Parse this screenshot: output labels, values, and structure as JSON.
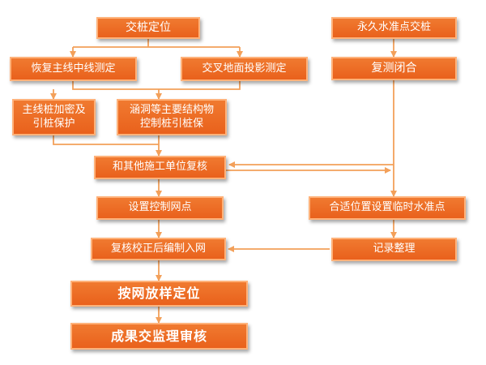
{
  "colors": {
    "box_fill": "#ea651f",
    "line": "#f3a05a",
    "text": "#ffffff"
  },
  "nodes": {
    "jiaozhuang": "交桩定位",
    "yongjiu": "永久水准点交桩",
    "huifu": "恢复主线中线测定",
    "jiaocha": "交叉地面投影测定",
    "fuce": "复测闭合",
    "zhuxian": "主线桩加密及引桩保护",
    "handong": "涵洞等主要结构物控制桩引桩保",
    "hefu": "和其他施工单位复核",
    "shezhi": "设置控制网点",
    "heshi": "合适位置设置临时水准点",
    "fuhe": "复核校正后编制入网",
    "jilu": "记录整理",
    "anwang": "按网放样定位",
    "chengguo": "成果交监理审核"
  }
}
